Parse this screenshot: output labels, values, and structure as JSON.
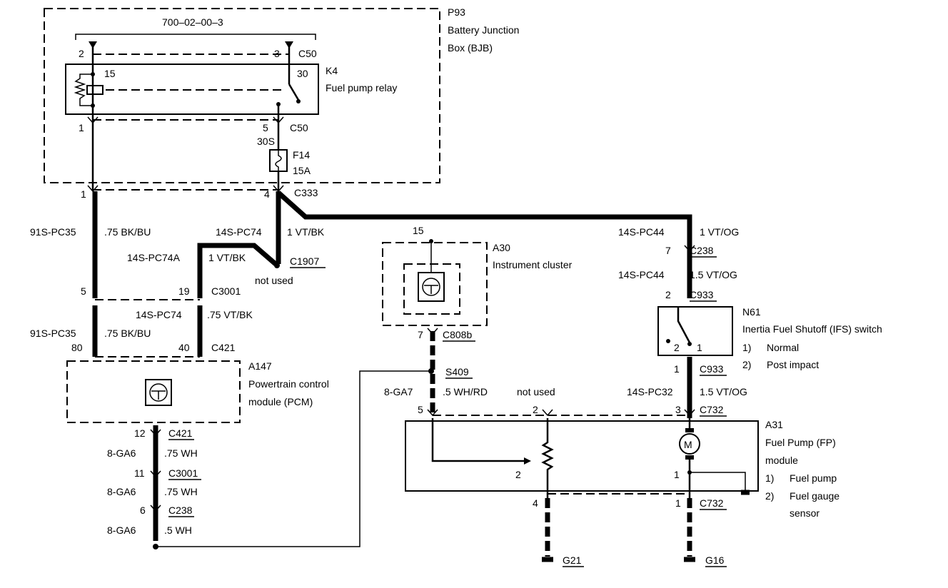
{
  "components": {
    "bjb": {
      "id": "P93",
      "name_line1": "Battery Junction",
      "name_line2": "Box (BJB)"
    },
    "relay": {
      "id": "K4",
      "name": "Fuel pump relay",
      "pins": {
        "p2": "2",
        "p3": "3",
        "p15": "15",
        "p30": "30",
        "p1": "1",
        "p5": "5"
      }
    },
    "fuse": {
      "id": "F14",
      "rating": "15A",
      "label": "30S"
    },
    "ref": "700–02–00–3",
    "instrument_cluster": {
      "id": "A30",
      "name": "Instrument cluster",
      "pin": "15"
    },
    "pcm": {
      "id": "A147",
      "name_line1": "Powertrain control",
      "name_line2": "module (PCM)"
    },
    "ifs": {
      "id": "N61",
      "name": "Inertia Fuel Shutoff (IFS) switch",
      "state1_num": "1)",
      "state1": "Normal",
      "state2_num": "2)",
      "state2": "Post impact",
      "pin2": "2",
      "pin1": "1"
    },
    "fp_module": {
      "id": "A31",
      "name_line1": "Fuel Pump (FP)",
      "name_line2": "module",
      "item1_num": "1)",
      "item1": "Fuel pump",
      "item2_num": "2)",
      "item2_line1": "Fuel gauge",
      "item2_line2": "sensor",
      "motor_symbol": "M",
      "pin1": "1",
      "pin2": "2"
    }
  },
  "connectors": {
    "c50_top": "C50",
    "c50_bottom": "C50",
    "c333": "C333",
    "c1907": "C1907",
    "c3001_a": "C3001",
    "c421_a": "C421",
    "c421_b": "C421",
    "c3001_b": "C3001",
    "c238_a": "C238",
    "c238_b": "C238",
    "c933_a": "C933",
    "c933_b": "C933",
    "c808b": "C808b",
    "s409": "S409",
    "c732_top": "C732",
    "c732_bottom": "C732",
    "g21": "G21",
    "g16": "G16"
  },
  "pins": {
    "c333_1": "1",
    "c333_4": "4",
    "c3001_5": "5",
    "c3001_19": "19",
    "c421_80": "80",
    "c421_40": "40",
    "c421_12": "12",
    "c3001_11": "11",
    "c238_6": "6",
    "c238_7": "7",
    "c933_2": "2",
    "c933_1": "1",
    "c808b_7": "7",
    "c732_5": "5",
    "c732_2": "2",
    "c732_3": "3",
    "c732_4": "4",
    "c732_1": "1"
  },
  "wires": {
    "pc35_a": {
      "circuit": "91S-PC35",
      "spec": ".75 BK/BU"
    },
    "pc74_a": {
      "circuit": "14S-PC74",
      "spec": "1 VT/BK"
    },
    "pc74a": {
      "circuit": "14S-PC74A",
      "spec": "1 VT/BK"
    },
    "pc74_b": {
      "circuit": "14S-PC74",
      "spec": ".75 VT/BK"
    },
    "pc35_b": {
      "circuit": "91S-PC35",
      "spec": ".75 BK/BU"
    },
    "pc44_a": {
      "circuit": "14S-PC44",
      "spec": "1 VT/OG"
    },
    "pc44_b": {
      "circuit": "14S-PC44",
      "spec": "1.5 VT/OG"
    },
    "pc32": {
      "circuit": "14S-PC32",
      "spec": "1.5 VT/OG"
    },
    "ga7": {
      "circuit": "8-GA7",
      "spec": ".5 WH/RD"
    },
    "ga6_a": {
      "circuit": "8-GA6",
      "spec": ".75 WH"
    },
    "ga6_b": {
      "circuit": "8-GA6",
      "spec": ".75 WH"
    },
    "ga6_c": {
      "circuit": "8-GA6",
      "spec": ".5 WH"
    }
  },
  "notes": {
    "not_used_1": "not used",
    "not_used_2": "not used"
  }
}
